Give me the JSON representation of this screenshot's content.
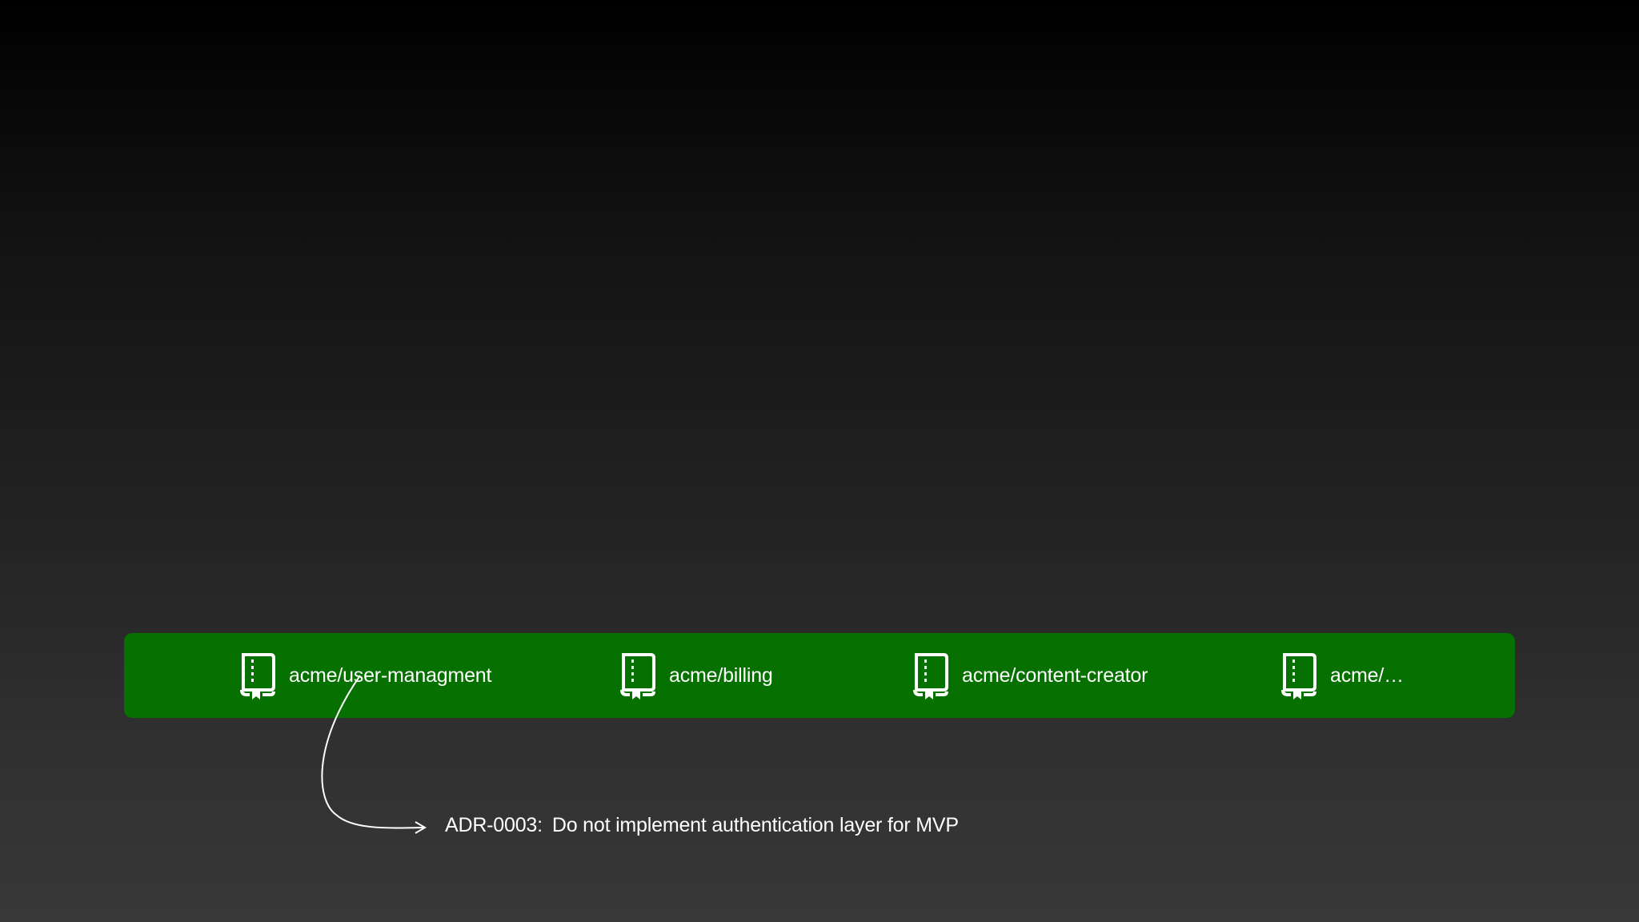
{
  "repositories": [
    {
      "name": "acme/user-managment",
      "icon": "repo-book-icon"
    },
    {
      "name": "acme/billing",
      "icon": "repo-book-icon"
    },
    {
      "name": "acme/content-creator",
      "icon": "repo-book-icon"
    },
    {
      "name": "acme/…",
      "icon": "repo-book-icon"
    }
  ],
  "annotation": {
    "id": "ADR-0003:",
    "text": "Do not implement authentication layer for MVP"
  },
  "colors": {
    "repo_bar": "#067000",
    "text": "#ffffff",
    "background_top": "#000000",
    "background_bottom": "#383838"
  }
}
